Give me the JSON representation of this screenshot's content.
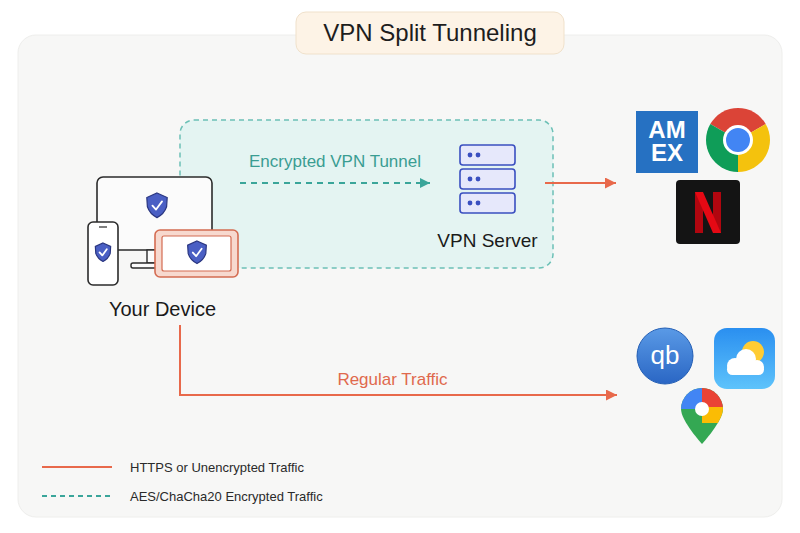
{
  "diagram": {
    "title": "VPN Split Tunneling",
    "nodes": [
      {
        "text": [
          "Your Device"
        ]
      },
      {
        "text": [
          "VPN Server"
        ]
      },
      {
        "text": [
          "AM EX"
        ]
      },
      {
        "text": [
          "qb"
        ]
      }
    ],
    "edges": [
      {
        "from": 0,
        "to": 1,
        "arrow": "to",
        "label": "Encrypted VPN Tunnel"
      },
      {
        "from": 1,
        "to": 2,
        "arrow": "to"
      },
      {
        "from": 0,
        "to": 3,
        "arrow": "to",
        "label": "Regular Traffic"
      }
    ],
    "legend": [
      {
        "text": "HTTPS or Unencrypted Traffic"
      },
      {
        "text": "AES/ChaCha20 Encrypted Traffic"
      }
    ]
  }
}
